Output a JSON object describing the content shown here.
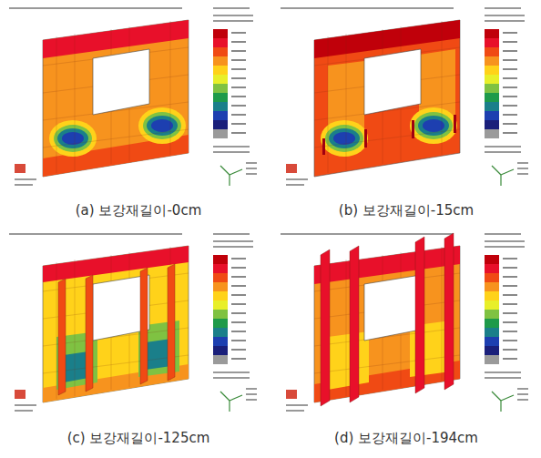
{
  "diagram": {
    "labels": [
      "(a) 보강재길이-0cm",
      "(b) 보강재길이-15cm",
      "(c) 보강재길이-125cm",
      "(d) 보강재길이-194cm"
    ]
  }
}
